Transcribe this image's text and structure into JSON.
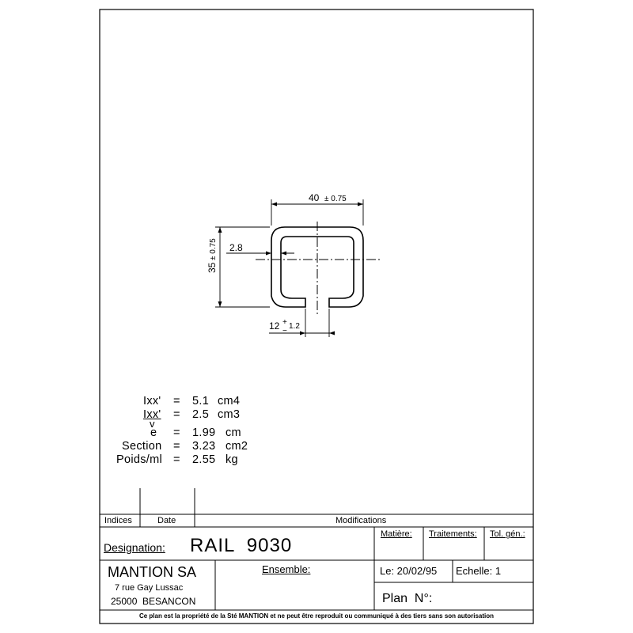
{
  "drawing": {
    "dim_width": "40",
    "dim_width_tol": "± 0.75",
    "dim_height": "35",
    "dim_height_tol": "± 0.75",
    "dim_thickness": "2.8",
    "dim_gap": "12",
    "dim_gap_tol_plus": "+",
    "dim_gap_tol_minus": "−",
    "dim_gap_tol": "1.2"
  },
  "properties": [
    {
      "label": "Ixx'",
      "eq": "=",
      "value": "5.1",
      "unit": "cm4"
    },
    {
      "label": "Ixx'",
      "eq": "=",
      "value": "2.5",
      "unit": "cm3"
    },
    {
      "label": "v",
      "eq": "",
      "value": "",
      "unit": ""
    },
    {
      "label": "e",
      "eq": "=",
      "value": "1.99",
      "unit": "cm"
    },
    {
      "label": "Section",
      "eq": "=",
      "value": "3.23",
      "unit": "cm2"
    },
    {
      "label": "Poids/ml",
      "eq": "=",
      "value": "2.55",
      "unit": "kg"
    }
  ],
  "title_block": {
    "indices": "Indices",
    "date": "Date",
    "modifications": "Modifications",
    "designation_label": "Designation:",
    "designation_value": "RAIL  9030",
    "matiere": "Matière:",
    "traitements": "Traitements:",
    "tol_gen": "Tol. gén.:",
    "company": "MANTION SA",
    "address1": "7 rue Gay Lussac",
    "address2": "25000  BESANCON",
    "ensemble": "Ensemble:",
    "le": "Le: 20/02/95",
    "echelle": "Echelle: 1",
    "plan": "Plan  N°:",
    "footer": "Ce plan est la propriété de la Sté MANTION et ne peut être reproduit ou communiqué à des tiers sans son autorisation"
  }
}
